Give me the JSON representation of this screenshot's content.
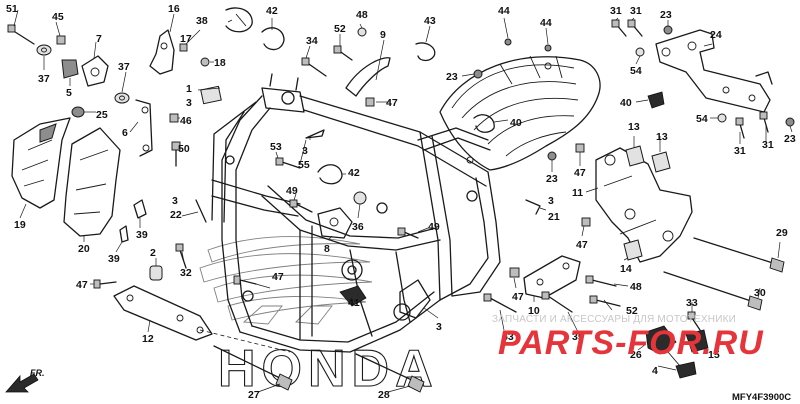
{
  "diagram": {
    "callouts": [
      {
        "id": "c51",
        "label": "51"
      },
      {
        "id": "c45",
        "label": "45"
      },
      {
        "id": "c7",
        "label": "7"
      },
      {
        "id": "c37a",
        "label": "37"
      },
      {
        "id": "c5",
        "label": "5"
      },
      {
        "id": "c37b",
        "label": "37"
      },
      {
        "id": "c25",
        "label": "25"
      },
      {
        "id": "c6",
        "label": "6"
      },
      {
        "id": "c46",
        "label": "46"
      },
      {
        "id": "c50",
        "label": "50"
      },
      {
        "id": "c19",
        "label": "19"
      },
      {
        "id": "c20",
        "label": "20"
      },
      {
        "id": "c39a",
        "label": "39"
      },
      {
        "id": "c39b",
        "label": "39"
      },
      {
        "id": "c2",
        "label": "2"
      },
      {
        "id": "c32",
        "label": "32"
      },
      {
        "id": "c47a",
        "label": "47"
      },
      {
        "id": "c12",
        "label": "12"
      },
      {
        "id": "c16",
        "label": "16"
      },
      {
        "id": "c17",
        "label": "17"
      },
      {
        "id": "c38",
        "label": "38"
      },
      {
        "id": "c18",
        "label": "18"
      },
      {
        "id": "c1",
        "label": "1"
      },
      {
        "id": "c3a",
        "label": "3"
      },
      {
        "id": "c42a",
        "label": "42"
      },
      {
        "id": "c34",
        "label": "34"
      },
      {
        "id": "c52a",
        "label": "52"
      },
      {
        "id": "c48a",
        "label": "48"
      },
      {
        "id": "c9",
        "label": "9"
      },
      {
        "id": "c47b",
        "label": "47"
      },
      {
        "id": "c43",
        "label": "43"
      },
      {
        "id": "c23a",
        "label": "23"
      },
      {
        "id": "c40a",
        "label": "40"
      },
      {
        "id": "c44a",
        "label": "44"
      },
      {
        "id": "c44b",
        "label": "44"
      },
      {
        "id": "c53a",
        "label": "53"
      },
      {
        "id": "c3b",
        "label": "3"
      },
      {
        "id": "c55",
        "label": "55"
      },
      {
        "id": "c42b",
        "label": "42"
      },
      {
        "id": "c49a",
        "label": "49"
      },
      {
        "id": "c36",
        "label": "36"
      },
      {
        "id": "c3c",
        "label": "3"
      },
      {
        "id": "c22",
        "label": "22"
      },
      {
        "id": "c8",
        "label": "8"
      },
      {
        "id": "c49b",
        "label": "49"
      },
      {
        "id": "c3d",
        "label": "3"
      },
      {
        "id": "c21",
        "label": "21"
      },
      {
        "id": "c47c",
        "label": "47"
      },
      {
        "id": "c41",
        "label": "41"
      },
      {
        "id": "c3e",
        "label": "3"
      },
      {
        "id": "c27",
        "label": "27"
      },
      {
        "id": "c28",
        "label": "28"
      },
      {
        "id": "c31a",
        "label": "31"
      },
      {
        "id": "c31b",
        "label": "31"
      },
      {
        "id": "c23b",
        "label": "23"
      },
      {
        "id": "c24",
        "label": "24"
      },
      {
        "id": "c54a",
        "label": "54"
      },
      {
        "id": "c40b",
        "label": "40"
      },
      {
        "id": "c54b",
        "label": "54"
      },
      {
        "id": "c31c",
        "label": "31"
      },
      {
        "id": "c31d",
        "label": "31"
      },
      {
        "id": "c23c",
        "label": "23"
      },
      {
        "id": "c23d",
        "label": "23"
      },
      {
        "id": "c47d",
        "label": "47"
      },
      {
        "id": "c13a",
        "label": "13"
      },
      {
        "id": "c13b",
        "label": "13"
      },
      {
        "id": "c11",
        "label": "11"
      },
      {
        "id": "c47e",
        "label": "47"
      },
      {
        "id": "c14",
        "label": "14"
      },
      {
        "id": "c29",
        "label": "29"
      },
      {
        "id": "c48b",
        "label": "48"
      },
      {
        "id": "c47f",
        "label": "47"
      },
      {
        "id": "c10",
        "label": "10"
      },
      {
        "id": "c52b",
        "label": "52"
      },
      {
        "id": "c30",
        "label": "30"
      },
      {
        "id": "c53b",
        "label": "53"
      },
      {
        "id": "c35",
        "label": "35"
      },
      {
        "id": "c33",
        "label": "33"
      },
      {
        "id": "c26",
        "label": "26"
      },
      {
        "id": "c15",
        "label": "15"
      },
      {
        "id": "c4",
        "label": "4"
      }
    ],
    "direction_label": "FR.",
    "brand_logo_text": "HONDA",
    "diagram_code": "MFY4F3900C"
  },
  "watermark": {
    "caption": "ЗАПЧАСТИ И АКСЕССУАРЫ ДЛЯ МОТОТЕХНИКИ",
    "brand": "PARTS-FOR.RU"
  }
}
